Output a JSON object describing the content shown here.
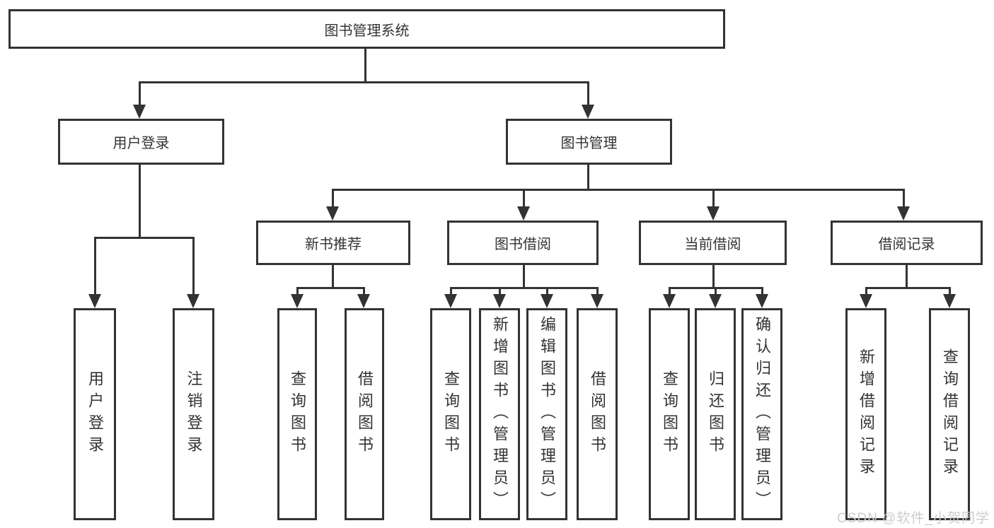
{
  "tree": {
    "root": {
      "label": "图书管理系统"
    },
    "level2": [
      {
        "label": "用户登录",
        "children": [
          {
            "label": "用户登录"
          },
          {
            "label": "注销登录"
          }
        ]
      },
      {
        "label": "图书管理",
        "children": [
          {
            "label": "新书推荐",
            "children": [
              {
                "label": "查询图书"
              },
              {
                "label": "借阅图书"
              }
            ]
          },
          {
            "label": "图书借阅",
            "children": [
              {
                "label": "查询图书"
              },
              {
                "label": "新增图书（管理员）"
              },
              {
                "label": "编辑图书（管理员）"
              },
              {
                "label": "借阅图书"
              }
            ]
          },
          {
            "label": "当前借阅",
            "children": [
              {
                "label": "查询图书"
              },
              {
                "label": "归还图书"
              },
              {
                "label": "确认归还（管理员）"
              }
            ]
          },
          {
            "label": "借阅记录",
            "children": [
              {
                "label": "新增借阅记录"
              },
              {
                "label": "查询借阅记录"
              }
            ]
          }
        ]
      }
    ]
  },
  "watermark": {
    "text": "CSDN @软件_小贺同学"
  },
  "colors": {
    "line": "#333333",
    "box_fill": "#ffffff",
    "text": "#333333",
    "watermark": "#cccccc",
    "background": "#ffffff"
  }
}
